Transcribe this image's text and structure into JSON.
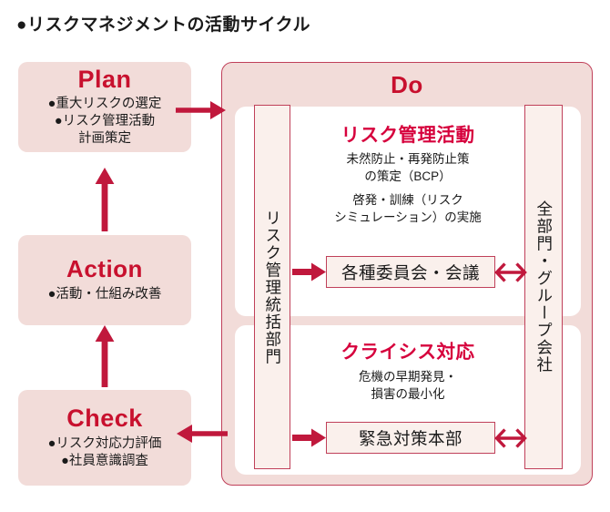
{
  "title": "●リスクマネジメントの活動サイクル",
  "cycle": {
    "plan": {
      "heading": "Plan",
      "line1": "●重大リスクの選定",
      "line2": "●リスク管理活動",
      "line3": "計画策定"
    },
    "action": {
      "heading": "Action",
      "line1": "●活動・仕組み改善"
    },
    "check": {
      "heading": "Check",
      "line1": "●リスク対応力評価",
      "line2": "●社員意識調査"
    }
  },
  "do": {
    "heading": "Do",
    "left_column": "リスク管理統括部門",
    "right_column": "全部門・グループ会社",
    "risk_panel": {
      "heading": "リスク管理活動",
      "body1_line1": "未然防止・再発防止策",
      "body1_line2": "の策定（BCP）",
      "body2_line1": "啓発・訓練（リスク",
      "body2_line2": "シミュレーション）の実施",
      "box_label": "各種委員会・会議"
    },
    "crisis_panel": {
      "heading": "クライシス対応",
      "body_line1": "危機の早期発見・",
      "body_line2": "損害の最小化",
      "box_label": "緊急対策本部"
    }
  },
  "colors": {
    "accent_crimson": "#c8102e",
    "arrow_crimson": "#c0183c",
    "box_pink": "#f2dcd9",
    "panel_white": "#ffffff",
    "inner_cream": "#faf0ec",
    "border_rose": "#c0405a"
  },
  "arrows": {
    "plan_to_do": "arrow-right",
    "do_to_check": "arrow-left",
    "check_to_action": "arrow-up",
    "action_to_plan": "arrow-up",
    "dept_to_committee": "arrow-right",
    "dept_to_emergency": "arrow-right",
    "committee_to_group": "arrow-double-horizontal",
    "emergency_to_group": "arrow-double-horizontal"
  }
}
